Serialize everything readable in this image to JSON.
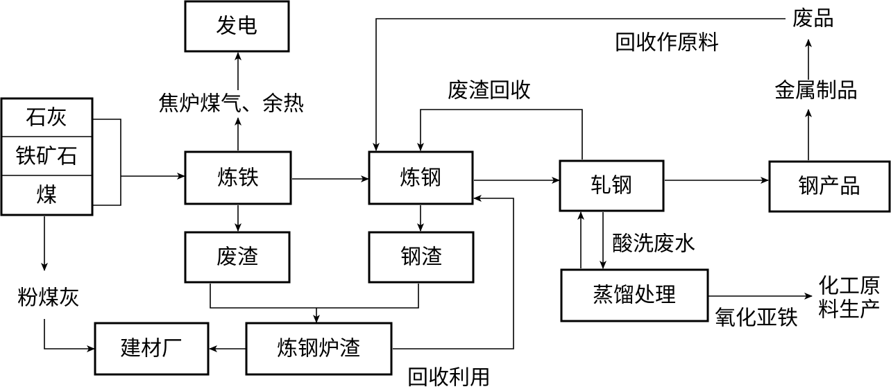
{
  "boxes": {
    "power_generation": "发电",
    "lime": "石灰",
    "iron_ore": "铁矿石",
    "coal": "煤",
    "ironmaking": "炼铁",
    "steelmaking": "炼钢",
    "rolling": "轧钢",
    "steel_products": "钢产品",
    "waste_slag": "废渣",
    "steel_slag": "钢渣",
    "building_materials_plant": "建材厂",
    "steelmaking_furnace_slag": "炼钢炉渣",
    "distillation_treatment": "蒸馏处理"
  },
  "labels": {
    "coke_gas_waste_heat": "焦炉煤气、余热",
    "fly_ash": "粉煤灰",
    "waste_slag_recovery": "废渣回收",
    "recycle_as_raw_material": "回收作原料",
    "scrap": "废品",
    "metal_products": "金属制品",
    "pickling_wastewater": "酸洗废水",
    "ferrous_oxide": "氧化亚铁",
    "chemical_raw_material_line1": "化工原",
    "chemical_raw_material_line2": "料生产",
    "recycle_reuse": "回收利用"
  }
}
